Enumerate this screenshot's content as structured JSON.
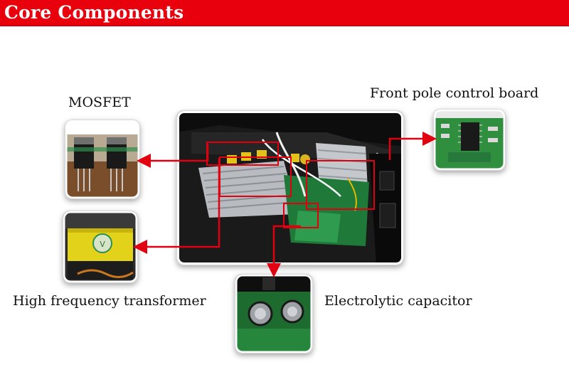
{
  "header": {
    "title": "Core Components",
    "bg_color": "#e8000c"
  },
  "labels": {
    "mosfet": "MOSFET",
    "front_board": "Front pole control board",
    "transformer": "High frequency transformer",
    "capacitor": "Electrolytic capacitor"
  },
  "arrow_color": "#e00010",
  "photos": [
    {
      "name": "main-inverter-photo",
      "subject": "inverter internals"
    },
    {
      "name": "mosfet-photo",
      "subject": "MOSFET"
    },
    {
      "name": "transformer-photo",
      "subject": "High frequency transformer"
    },
    {
      "name": "front-board-photo",
      "subject": "Front pole control board"
    },
    {
      "name": "capacitor-photo",
      "subject": "Electrolytic capacitor"
    }
  ]
}
